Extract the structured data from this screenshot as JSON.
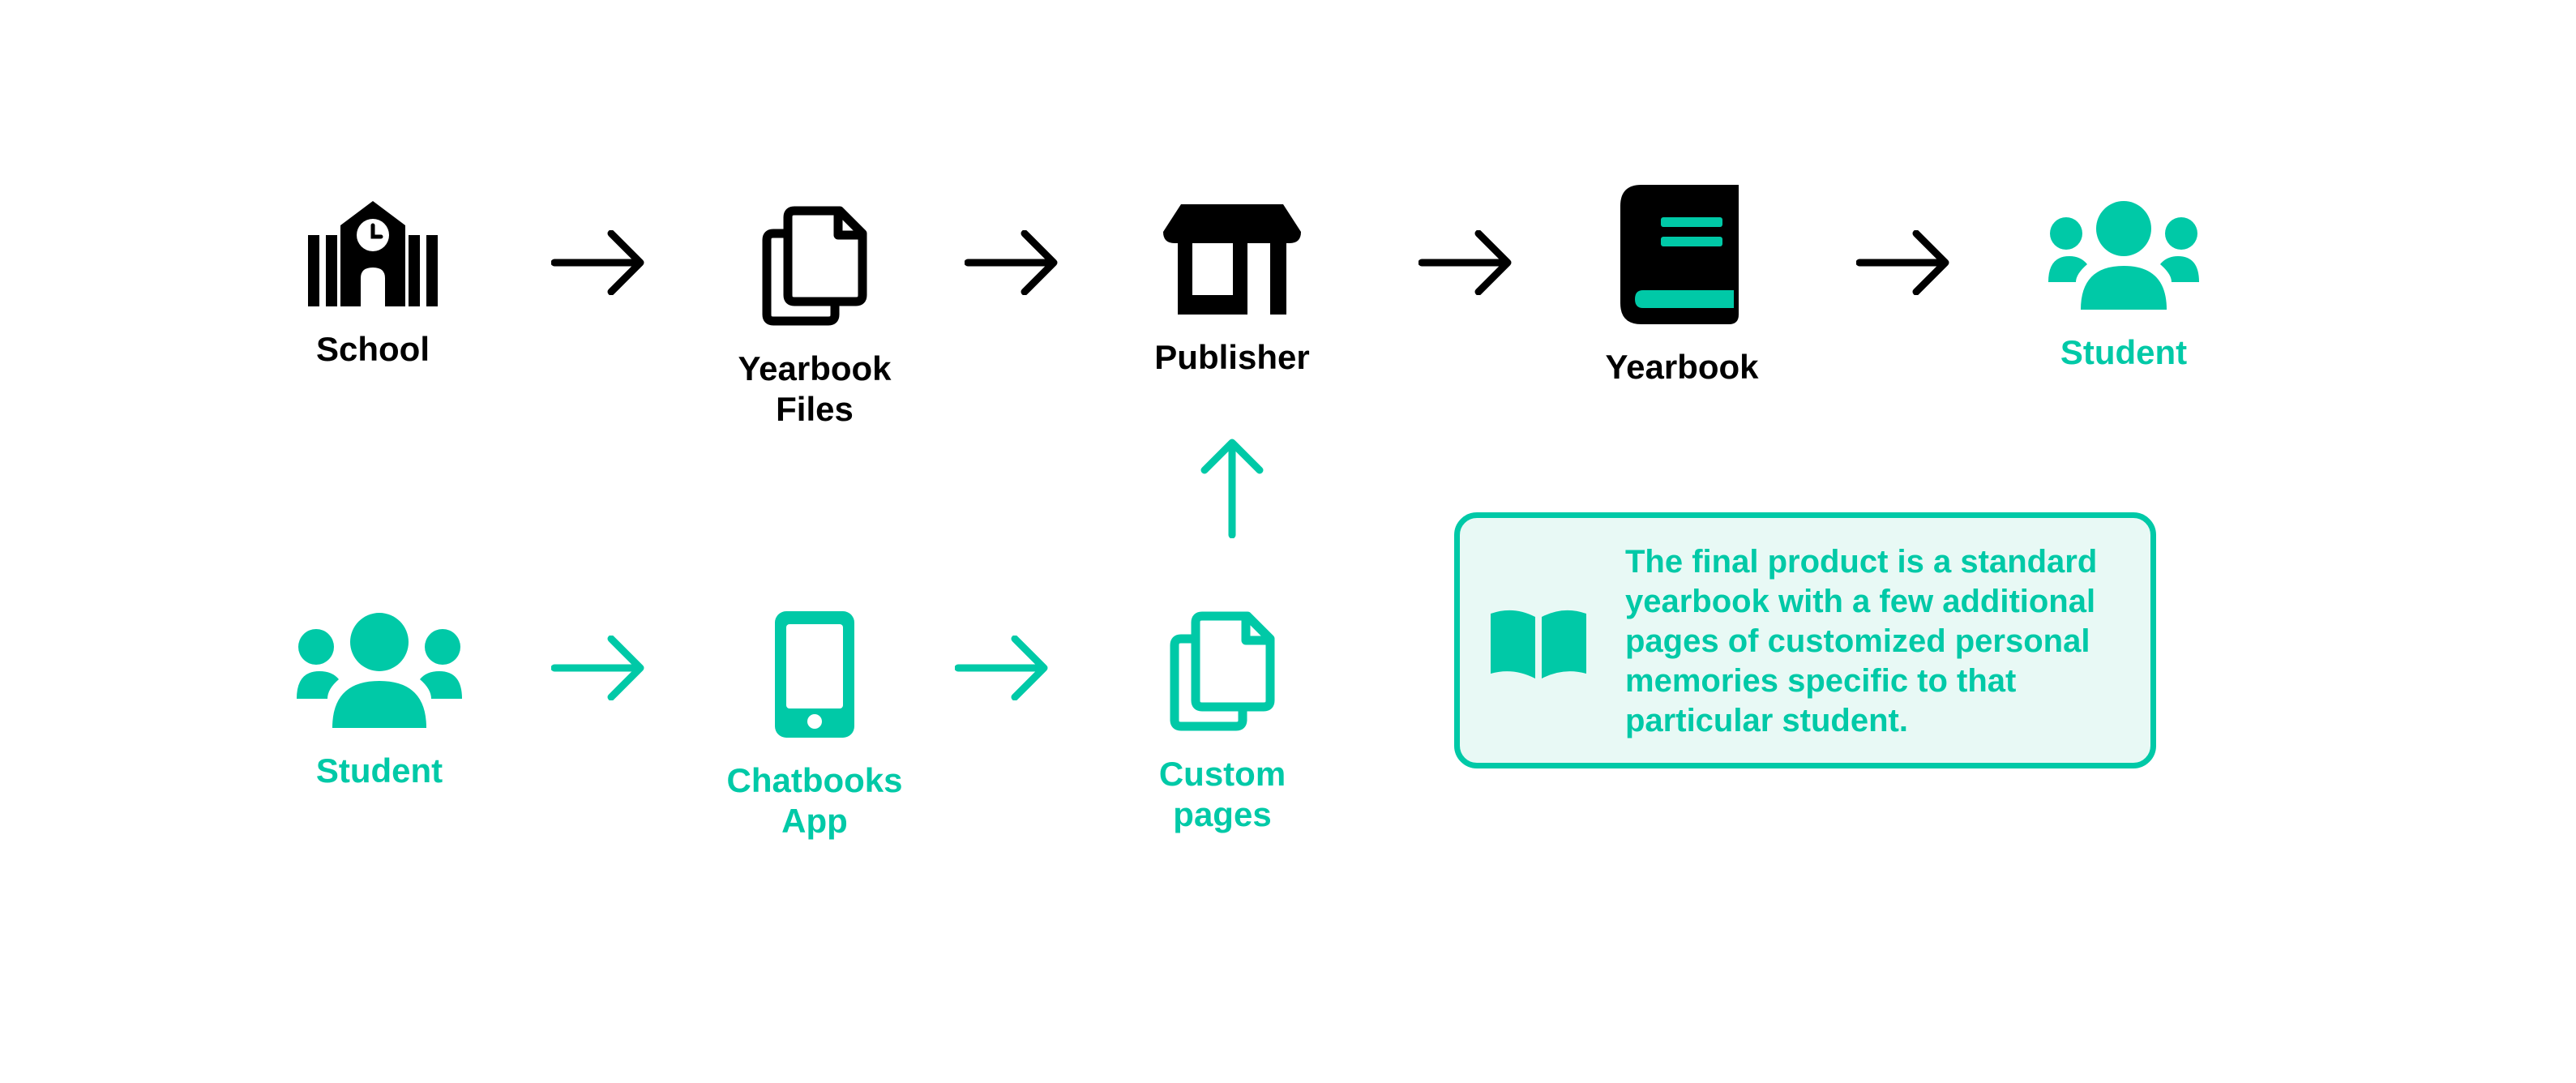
{
  "colors": {
    "dark": "#000000",
    "accent": "#00C9A7",
    "note_bg": "#E8F9F5"
  },
  "top_row": [
    {
      "label": "School",
      "icon": "school-icon"
    },
    {
      "label": "Yearbook\nFiles",
      "icon": "files-icon"
    },
    {
      "label": "Publisher",
      "icon": "store-icon"
    },
    {
      "label": "Yearbook",
      "icon": "book-icon"
    },
    {
      "label": "Student",
      "icon": "group-icon"
    }
  ],
  "bottom_row": [
    {
      "label": "Student",
      "icon": "group-icon"
    },
    {
      "label": "Chatbooks\nApp",
      "icon": "phone-icon"
    },
    {
      "label": "Custom\npages",
      "icon": "files-icon"
    }
  ],
  "note": {
    "icon": "open-book-icon",
    "text": "The final product is a standard yearbook with a few additional pages of customized personal memories specific to that particular student."
  }
}
